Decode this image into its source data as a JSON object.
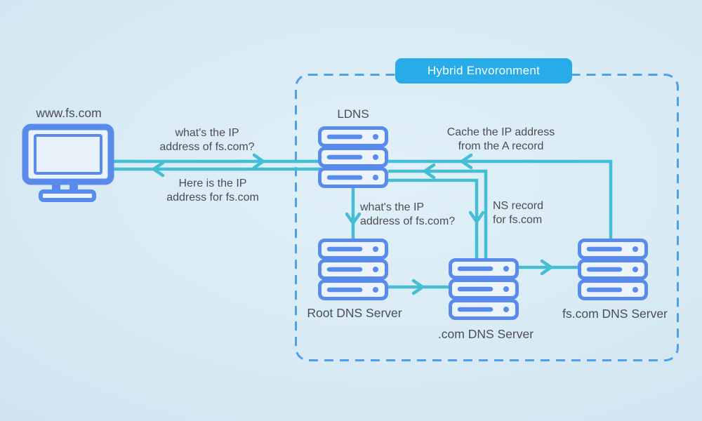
{
  "badge": {
    "label": "Hybrid Envoronment"
  },
  "nodes": {
    "client": {
      "label": "www.fs.com"
    },
    "ldns": {
      "label": "LDNS"
    },
    "root": {
      "label": "Root DNS Server"
    },
    "com": {
      "label": ".com DNS Server"
    },
    "fscom": {
      "label": "fs.com DNS Server"
    }
  },
  "edges": {
    "query_client_ldns": {
      "line1": "what's the IP",
      "line2": "address of fs.com?"
    },
    "reply_ldns_client": {
      "line1": "Here is the IP",
      "line2": "address for fs.com"
    },
    "query_ldns_root": {
      "line1": "what's the IP",
      "line2": "address of fs.com?"
    },
    "ns_record": {
      "line1": "NS record",
      "line2": "for fs.com"
    },
    "cache_a_record": {
      "line1": "Cache the IP address",
      "line2": "from the A record"
    }
  },
  "colors": {
    "background_start": "#e1f0f8",
    "background_mid": "#d6e9f3",
    "background_end": "#c7ddeb",
    "icon_blue": "#5a8aec",
    "icon_fill": "#ecf4fb",
    "line_teal": "#45bed4",
    "dashed_border": "#4fa0e6",
    "badge_fill": "#28ace9",
    "badge_text": "#ffffff",
    "label_text": "#4c4d53"
  }
}
